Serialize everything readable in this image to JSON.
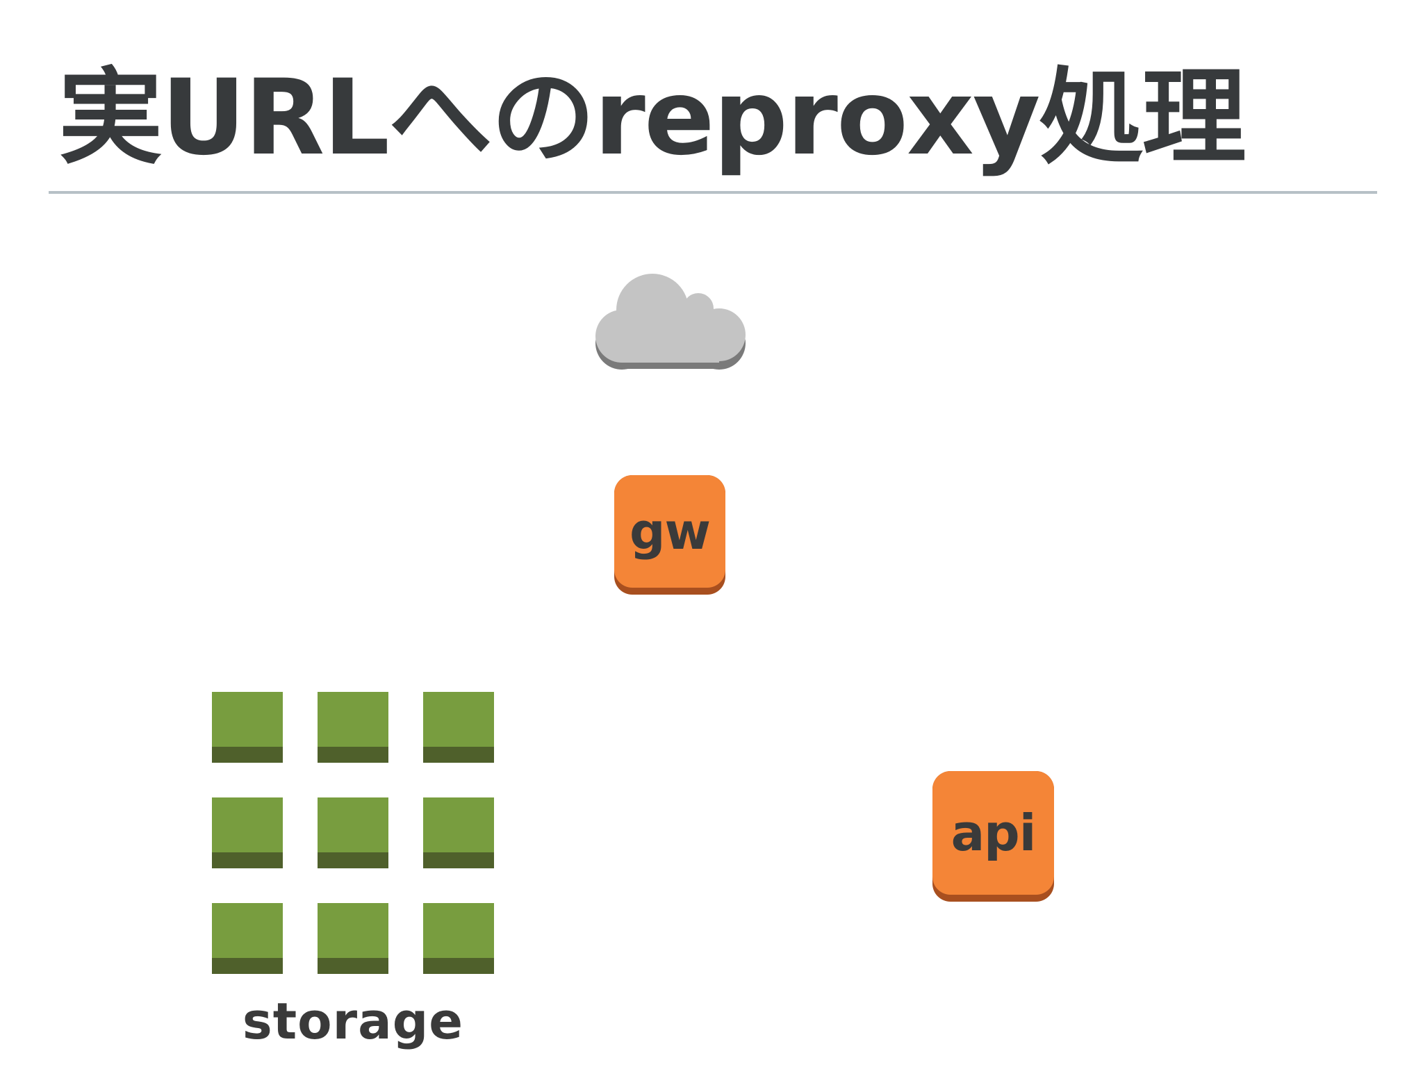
{
  "slide": {
    "title": "実URLへのreproxy処理"
  },
  "diagram": {
    "cloud_icon": "cloud-icon",
    "nodes": {
      "gw": {
        "label": "gw",
        "icon": "server-icon"
      },
      "api": {
        "label": "api",
        "icon": "server-icon"
      }
    },
    "storage": {
      "label": "storage",
      "icon": "bucket-icon",
      "bucket_count": 9
    }
  },
  "colors": {
    "title_text": "#373a3c",
    "title_rule": "#b7c0c6",
    "cloud_fill": "#c4c4c4",
    "cloud_shadow": "#7a7a7a",
    "node_face": "#f48537",
    "node_shadow": "#a84f1f",
    "node_text": "#3a3a3a",
    "bucket_face": "#789d3f",
    "bucket_shadow": "#4f602b"
  }
}
